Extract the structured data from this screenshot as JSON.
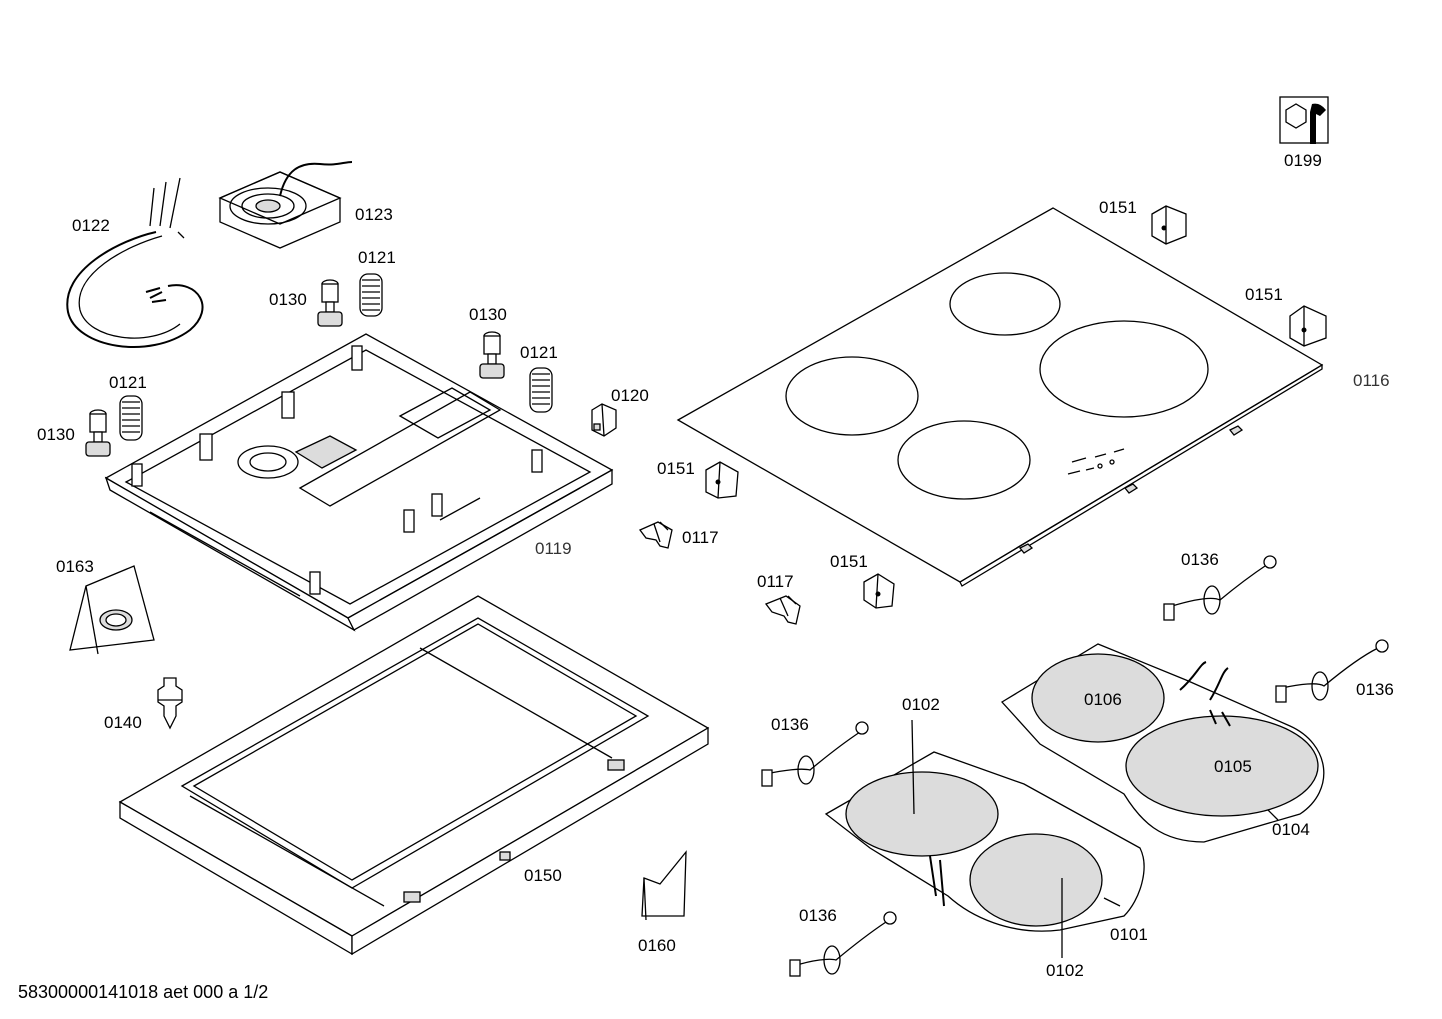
{
  "diagram": {
    "labels": [
      {
        "id": "l0199",
        "text": "0199"
      },
      {
        "id": "l0151a",
        "text": "0151"
      },
      {
        "id": "l0151b",
        "text": "0151"
      },
      {
        "id": "l0116",
        "text": "0116"
      },
      {
        "id": "l0122",
        "text": "0122"
      },
      {
        "id": "l0123",
        "text": "0123"
      },
      {
        "id": "l0121a",
        "text": "0121"
      },
      {
        "id": "l0130a",
        "text": "0130"
      },
      {
        "id": "l0130b",
        "text": "0130"
      },
      {
        "id": "l0121b",
        "text": "0121"
      },
      {
        "id": "l0121c",
        "text": "0121"
      },
      {
        "id": "l0120",
        "text": "0120"
      },
      {
        "id": "l0130c",
        "text": "0130"
      },
      {
        "id": "l0151c",
        "text": "0151"
      },
      {
        "id": "l0117a",
        "text": "0117"
      },
      {
        "id": "l0119",
        "text": "0119"
      },
      {
        "id": "l0163",
        "text": "0163"
      },
      {
        "id": "l0117b",
        "text": "0117"
      },
      {
        "id": "l0151d",
        "text": "0151"
      },
      {
        "id": "l0136a",
        "text": "0136"
      },
      {
        "id": "l0106",
        "text": "0106"
      },
      {
        "id": "l0136b",
        "text": "0136"
      },
      {
        "id": "l0140",
        "text": "0140"
      },
      {
        "id": "l0136c",
        "text": "0136"
      },
      {
        "id": "l0102a",
        "text": "0102"
      },
      {
        "id": "l0105",
        "text": "0105"
      },
      {
        "id": "l0104",
        "text": "0104"
      },
      {
        "id": "l0150",
        "text": "0150"
      },
      {
        "id": "l0136d",
        "text": "0136"
      },
      {
        "id": "l0101",
        "text": "0101"
      },
      {
        "id": "l0160",
        "text": "0160"
      },
      {
        "id": "l0102b",
        "text": "0102"
      }
    ],
    "footer": "58300000141018 aet 000 a 1/2"
  }
}
